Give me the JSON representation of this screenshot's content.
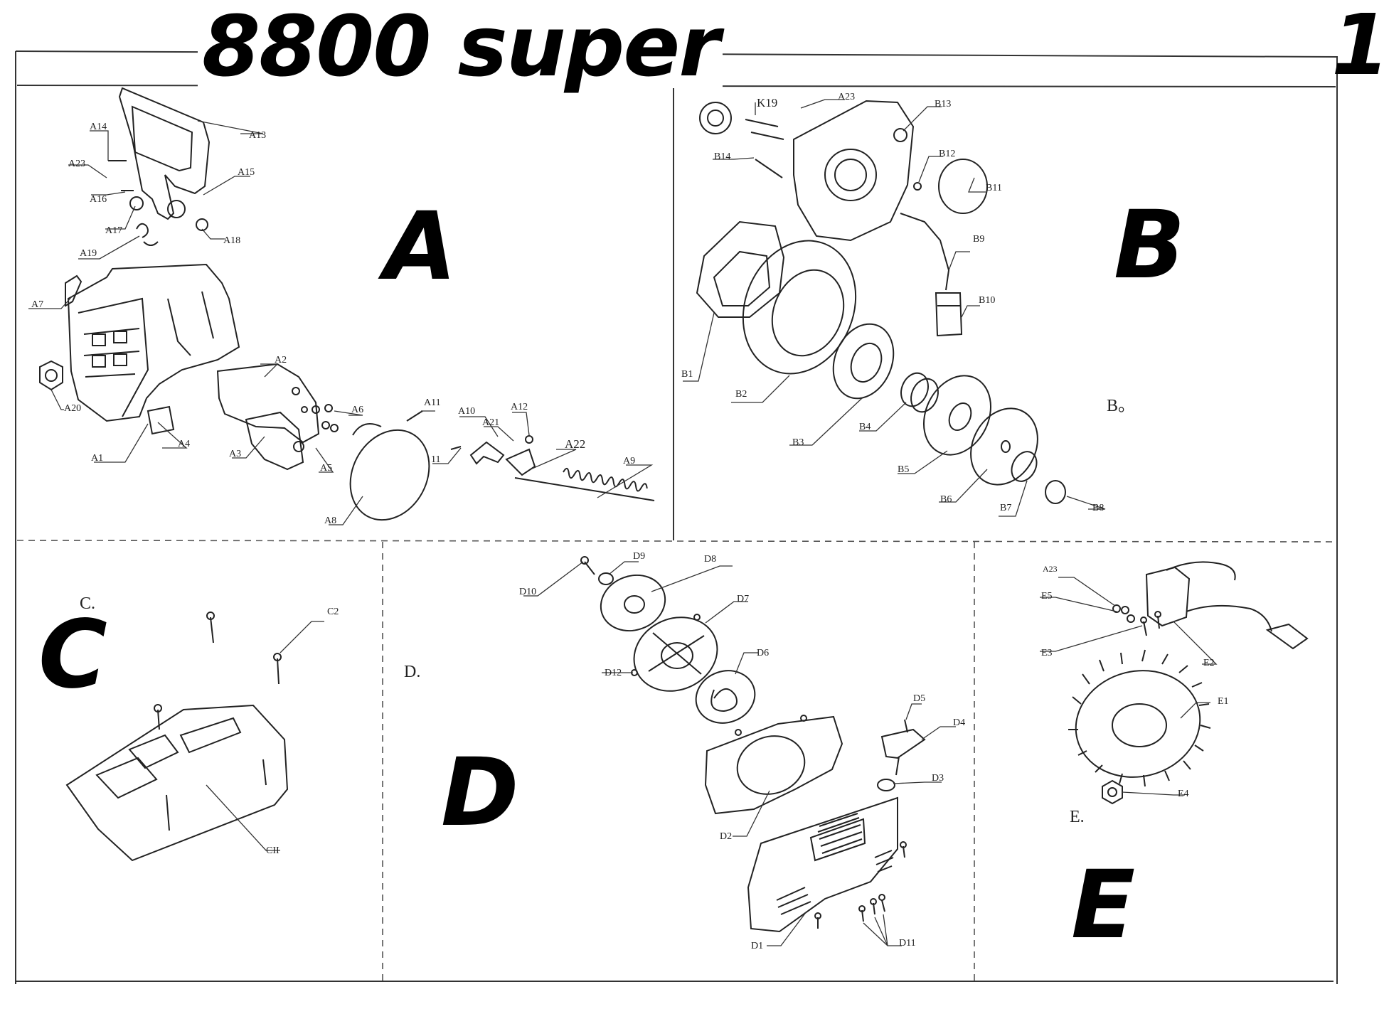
{
  "title": "8800 super",
  "page_number": "1",
  "sections": {
    "A": {
      "letter": "A",
      "labels": [
        "A1",
        "A2",
        "A3",
        "A4",
        "A5",
        "A6",
        "A7",
        "A8",
        "A9",
        "A10",
        "A11",
        "11",
        "A12",
        "A13",
        "A14",
        "A15",
        "A16",
        "A17",
        "A18",
        "A19",
        "A20",
        "A21",
        "A22",
        "A23"
      ]
    },
    "B": {
      "letter": "B",
      "caption": "B。",
      "labels": [
        "B1",
        "B2",
        "B3",
        "B4",
        "B5",
        "B6",
        "B7",
        "B8",
        "B9",
        "B10",
        "B11",
        "B12",
        "B13",
        "B14",
        "K19",
        "A23"
      ]
    },
    "C": {
      "letter": "C",
      "caption": "C.",
      "labels": [
        "C2",
        "CII"
      ]
    },
    "D": {
      "letter": "D",
      "caption": "D.",
      "labels": [
        "D1",
        "D2",
        "D3",
        "D4",
        "D5",
        "D6",
        "D7",
        "D8",
        "D9",
        "D10",
        "D11",
        "D12"
      ]
    },
    "E": {
      "letter": "E",
      "caption": "E.",
      "labels": [
        "A23",
        "E1",
        "E2",
        "E3",
        "E4",
        "E5"
      ]
    }
  },
  "colors": {
    "ink": "#000000",
    "line": "#333333",
    "paper": "#ffffff"
  }
}
